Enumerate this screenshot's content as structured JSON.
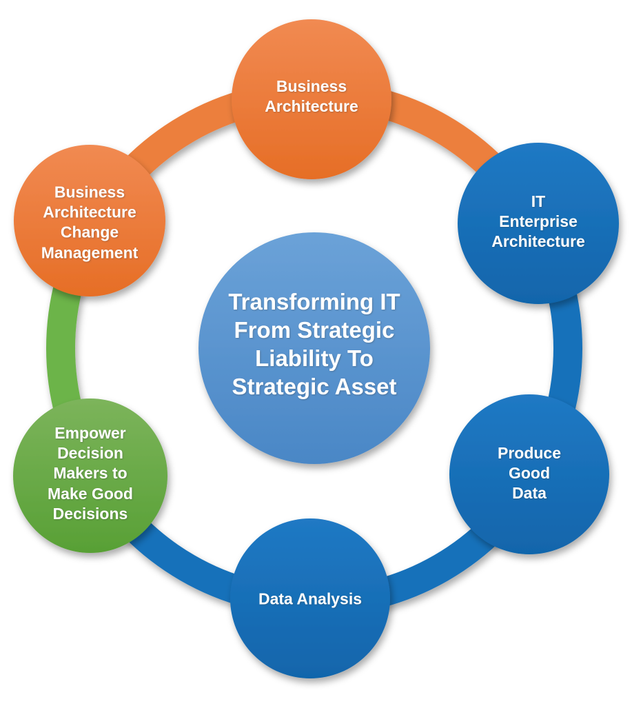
{
  "diagram": {
    "type": "cycle",
    "center": {
      "label": "Transforming IT\nFrom Strategic\nLiability To\nStrategic Asset"
    },
    "nodes": [
      {
        "id": "business-architecture",
        "label": "Business\nArchitecture",
        "position": "top",
        "color": "orange"
      },
      {
        "id": "it-enterprise-architecture",
        "label": "IT Enterprise\nArchitecture",
        "position": "upper-right",
        "color": "blue"
      },
      {
        "id": "produce-good-data",
        "label": "Produce Good\nData",
        "position": "lower-right",
        "color": "blue"
      },
      {
        "id": "data-analysis",
        "label": "Data Analysis",
        "position": "bottom",
        "color": "blue"
      },
      {
        "id": "empower-decision-makers",
        "label": "Empower\nDecision\nMakers to\nMake Good\nDecisions",
        "position": "lower-left",
        "color": "green"
      },
      {
        "id": "business-architecture-change-management",
        "label": "Business\nArchitecture\nChange\nManagement",
        "position": "upper-left",
        "color": "orange"
      }
    ],
    "colors": {
      "orange_top": "#f18a52",
      "orange_bottom": "#e66e26",
      "orange_ring": "#ec7f3c",
      "blue_top": "#2079c4",
      "blue_bottom": "#1165ab",
      "blue_ring": "#1571ba",
      "green_top": "#7cb45b",
      "green_bottom": "#58a035",
      "green_ring": "#6cb44a",
      "center_top": "#6ba2d8",
      "center_bottom": "#4a87c6"
    }
  }
}
